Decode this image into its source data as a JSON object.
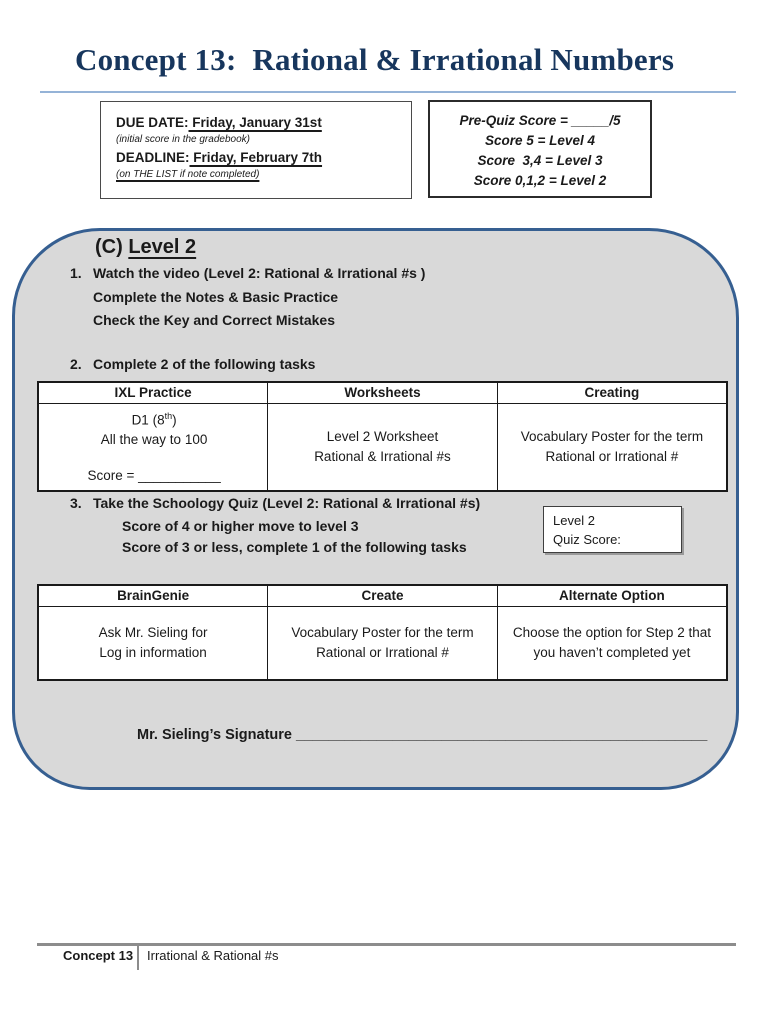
{
  "colors": {
    "title_navy": "#17365d",
    "rule_light_blue": "#95b3d7",
    "panel_border_blue": "#365f91",
    "panel_fill_gray": "#d9d9d9",
    "footer_gray": "#8c8c8c"
  },
  "header": {
    "title": "Concept 13:  Rational & Irrational Numbers"
  },
  "due_box": {
    "due_label": "DUE DATE:",
    "due_date": " Friday, January 31st",
    "due_note": "(initial score in the gradebook)",
    "deadline_label": "DEADLINE:",
    "deadline_date": " Friday, February 7th",
    "deadline_note": "(on THE LIST if note completed)"
  },
  "prequiz_box": {
    "line1": "Pre-Quiz Score = _____/5",
    "line2": "Score 5 = Level 4",
    "line3": "Score  3,4 = Level 3",
    "line4": "Score 0,1,2 = Level 2"
  },
  "level_panel": {
    "heading_prefix": "(C) ",
    "heading_level": "Level 2",
    "steps": {
      "one_num": "1.",
      "one_lines": [
        "Watch the video (Level 2: Rational & Irrational #s )",
        "Complete the Notes & Basic Practice",
        "Check the Key and Correct Mistakes"
      ],
      "two_num": "2.",
      "two_text": "Complete 2 of the following tasks",
      "three_num": "3.",
      "three_text": "Take the Schoology Quiz (Level 2: Rational & Irrational #s)",
      "three_sub": [
        "Score of 4 or higher move to level 3",
        "Score of 3 or less, complete 1 of the following tasks"
      ]
    },
    "table1": {
      "headers": [
        "IXL Practice",
        "Worksheets",
        "Creating"
      ],
      "ixl_line1_pre": "D1 (8",
      "ixl_line1_sup": "th",
      "ixl_line1_post": ")",
      "ixl_line2": "All the way to 100",
      "ixl_score_label": "Score = ",
      "ixl_score_blank": "___________",
      "worksheets_lines": [
        "Level 2 Worksheet",
        "Rational & Irrational #s"
      ],
      "creating_lines": [
        "Vocabulary Poster for the term",
        "Rational or Irrational #"
      ]
    },
    "quiz_box": {
      "line1": "Level 2",
      "line2": "Quiz Score:"
    },
    "table2": {
      "headers": [
        "BrainGenie",
        "Create",
        "Alternate Option"
      ],
      "braingenie_lines": [
        "Ask Mr. Sieling for",
        "Log in information"
      ],
      "create_lines": [
        "Vocabulary Poster for the term",
        "Rational or Irrational #"
      ],
      "alternate_lines": [
        "Choose the option for Step 2 that",
        "you haven’t completed yet"
      ]
    },
    "signature": {
      "label": "Mr. Sieling’s Signature ",
      "blank": "___________________________________________________"
    }
  },
  "footer": {
    "left": "Concept 13",
    "right": "Irrational & Rational #s"
  }
}
